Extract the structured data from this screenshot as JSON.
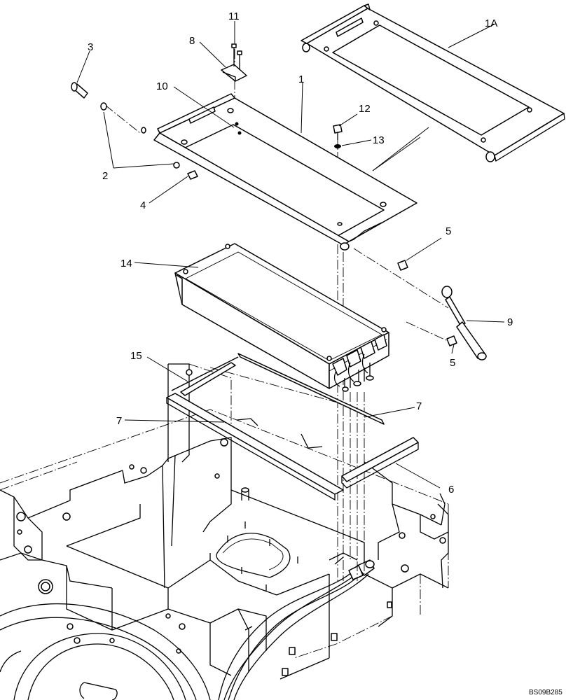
{
  "drawing_code": "BS09B285",
  "callouts": [
    {
      "id": "lbl-1A",
      "text": "1A"
    },
    {
      "id": "lbl-1",
      "text": "1"
    },
    {
      "id": "lbl-2",
      "text": "2"
    },
    {
      "id": "lbl-3",
      "text": "3"
    },
    {
      "id": "lbl-4",
      "text": "4"
    },
    {
      "id": "lbl-5a",
      "text": "5"
    },
    {
      "id": "lbl-5b",
      "text": "5"
    },
    {
      "id": "lbl-6",
      "text": "6"
    },
    {
      "id": "lbl-7a",
      "text": "7"
    },
    {
      "id": "lbl-7b",
      "text": "7"
    },
    {
      "id": "lbl-8",
      "text": "8"
    },
    {
      "id": "lbl-9",
      "text": "9"
    },
    {
      "id": "lbl-10",
      "text": "10"
    },
    {
      "id": "lbl-11",
      "text": "11"
    },
    {
      "id": "lbl-12",
      "text": "12"
    },
    {
      "id": "lbl-13",
      "text": "13"
    },
    {
      "id": "lbl-14",
      "text": "14"
    },
    {
      "id": "lbl-15",
      "text": "15"
    }
  ]
}
